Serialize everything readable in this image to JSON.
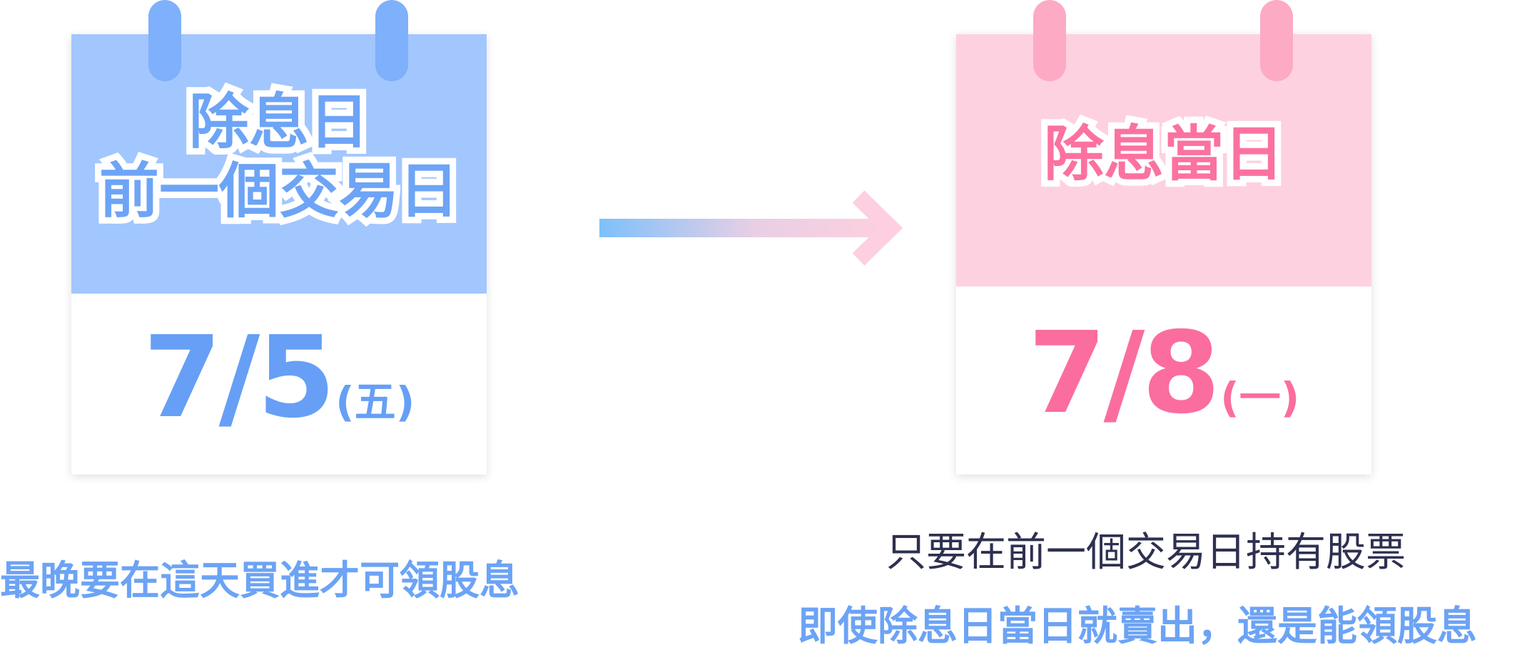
{
  "left_calendar": {
    "header_line1": "除息日",
    "header_line2": "前一個交易日",
    "date": "7/5",
    "weekday": "(五)",
    "color": "#6da4f6",
    "header_bg": "#a2c6fe"
  },
  "right_calendar": {
    "header": "除息當日",
    "date": "7/8",
    "weekday": "(一)",
    "color": "#fb72a1",
    "header_bg": "#fed1e0"
  },
  "captions": {
    "left": "最晚要在這天買進才可領股息",
    "right_line1": "只要在前一個交易日持有股票",
    "right_line2": "即使除息日當日就賣出，還是能領股息"
  },
  "arrow": {
    "icon": "right-arrow-icon",
    "gradient_start": "#7ec0fb",
    "gradient_end": "#fdcfe0"
  }
}
